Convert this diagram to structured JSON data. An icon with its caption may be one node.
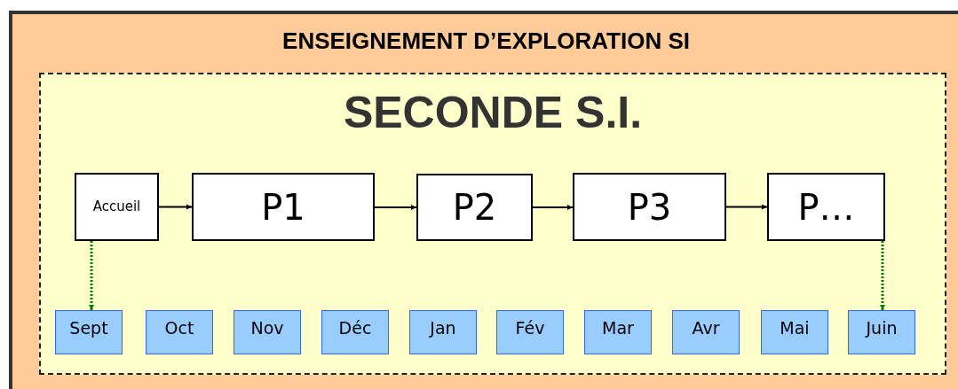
{
  "diagram": {
    "nodes": [
      {
        "text": [
          "ENSEIGNEMENT D’EXPLORATION SI"
        ]
      },
      {
        "text": [
          "SECONDE S.I."
        ],
        "in": 0
      },
      {
        "text": [
          "Accueil"
        ],
        "in": 1
      },
      {
        "text": [
          "P1"
        ],
        "in": 1
      },
      {
        "text": [
          "P2"
        ],
        "in": 1
      },
      {
        "text": [
          "P3"
        ],
        "in": 1
      },
      {
        "text": [
          "P…"
        ],
        "in": 1
      },
      {
        "text": [
          "Sept"
        ],
        "in": 1
      },
      {
        "text": [
          "Oct"
        ],
        "in": 1
      },
      {
        "text": [
          "Nov"
        ],
        "in": 1
      },
      {
        "text": [
          "Déc"
        ],
        "in": 1
      },
      {
        "text": [
          "Jan"
        ],
        "in": 1
      },
      {
        "text": [
          "Fév"
        ],
        "in": 1
      },
      {
        "text": [
          "Mar"
        ],
        "in": 1
      },
      {
        "text": [
          "Avr"
        ],
        "in": 1
      },
      {
        "text": [
          "Mai"
        ],
        "in": 1
      },
      {
        "text": [
          "Juin"
        ],
        "in": 1
      }
    ],
    "edges": [
      {
        "from": 2,
        "to": 3,
        "arrow": "to"
      },
      {
        "from": 3,
        "to": 4,
        "arrow": "to"
      },
      {
        "from": 4,
        "to": 5,
        "arrow": "to"
      },
      {
        "from": 5,
        "to": 6,
        "arrow": "to"
      },
      {
        "from": 2,
        "to": 7,
        "arrow": "to",
        "style": "dashed",
        "color": "#008000"
      },
      {
        "from": 6,
        "to": 16,
        "arrow": "to",
        "style": "dashed",
        "color": "#008000"
      }
    ]
  }
}
